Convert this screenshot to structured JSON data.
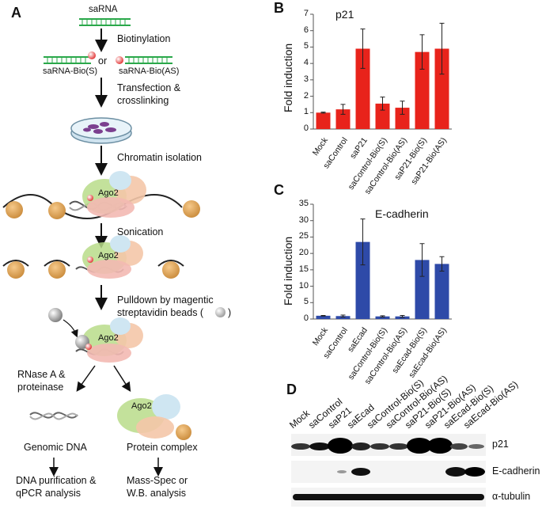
{
  "panels": {
    "a": "A",
    "b": "B",
    "c": "C",
    "d": "D"
  },
  "workflow": {
    "sarna": "saRNA",
    "biotinylation": "Biotinylation",
    "or": "or",
    "sarna_bio_s": "saRNA-Bio(S)",
    "sarna_bio_as": "saRNA-Bio(AS)",
    "transfection_1": "Transfection &",
    "transfection_2": "crosslinking",
    "chromatin": "Chromatin isolation",
    "ago2": "Ago2",
    "sonication": "Sonication",
    "pulldown_1": "Pulldown by magentic",
    "pulldown_2": "streptavidin beads (",
    "pulldown_3": ")",
    "rnase_1": "RNase A &",
    "rnase_2": "proteinase",
    "genomic": "Genomic DNA",
    "protein": "Protein complex",
    "dna_1": "DNA purification &",
    "dna_2": "qPCR analysis",
    "mass_1": "Mass-Spec or",
    "mass_2": "W.B. analysis"
  },
  "chart_data": [
    {
      "type": "bar",
      "title": "p21",
      "ylabel": "Fold induction",
      "ylim": [
        0,
        7
      ],
      "yticks": [
        "0",
        "1",
        "2",
        "3",
        "4",
        "5",
        "6",
        "7"
      ],
      "categories": [
        "Mock",
        "saControl",
        "saP21",
        "saControl-Bio(S)",
        "saControl-Bio(AS)",
        "saP21-Bio(S)",
        "saP21-Bio(AS)"
      ],
      "values": [
        1.0,
        1.2,
        4.9,
        1.55,
        1.3,
        4.7,
        4.9
      ],
      "errors": [
        0.03,
        0.3,
        1.2,
        0.4,
        0.4,
        1.05,
        1.55
      ],
      "color": "#e8231b"
    },
    {
      "type": "bar",
      "title": "E-cadherin",
      "ylabel": "Fold induction",
      "ylim": [
        0,
        35
      ],
      "yticks": [
        "0",
        "5",
        "10",
        "15",
        "20",
        "25",
        "30",
        "35"
      ],
      "categories": [
        "Mock",
        "saControl",
        "saEcad",
        "saControl-Bio(S)",
        "saControl-Bio(AS)",
        "saEcad-Bio(S)",
        "saEcad-Bio(AS)"
      ],
      "values": [
        1.0,
        0.9,
        23.5,
        0.8,
        0.8,
        18.0,
        16.8
      ],
      "errors": [
        0.1,
        0.3,
        7.0,
        0.2,
        0.3,
        5.0,
        2.2
      ],
      "color": "#2e4aa8"
    }
  ],
  "western": {
    "lanes": [
      "Mock",
      "saControl",
      "saP21",
      "saEcad",
      "saControl-Bio(S)",
      "saControl-Bio(AS)",
      "saP21-Bio(S)",
      "saP21-Bio(AS)",
      "saEcad-Bio(S)",
      "saEcad-Bio(AS)"
    ],
    "rows": [
      "p21",
      "E-cadherin",
      "α-tubulin"
    ]
  }
}
